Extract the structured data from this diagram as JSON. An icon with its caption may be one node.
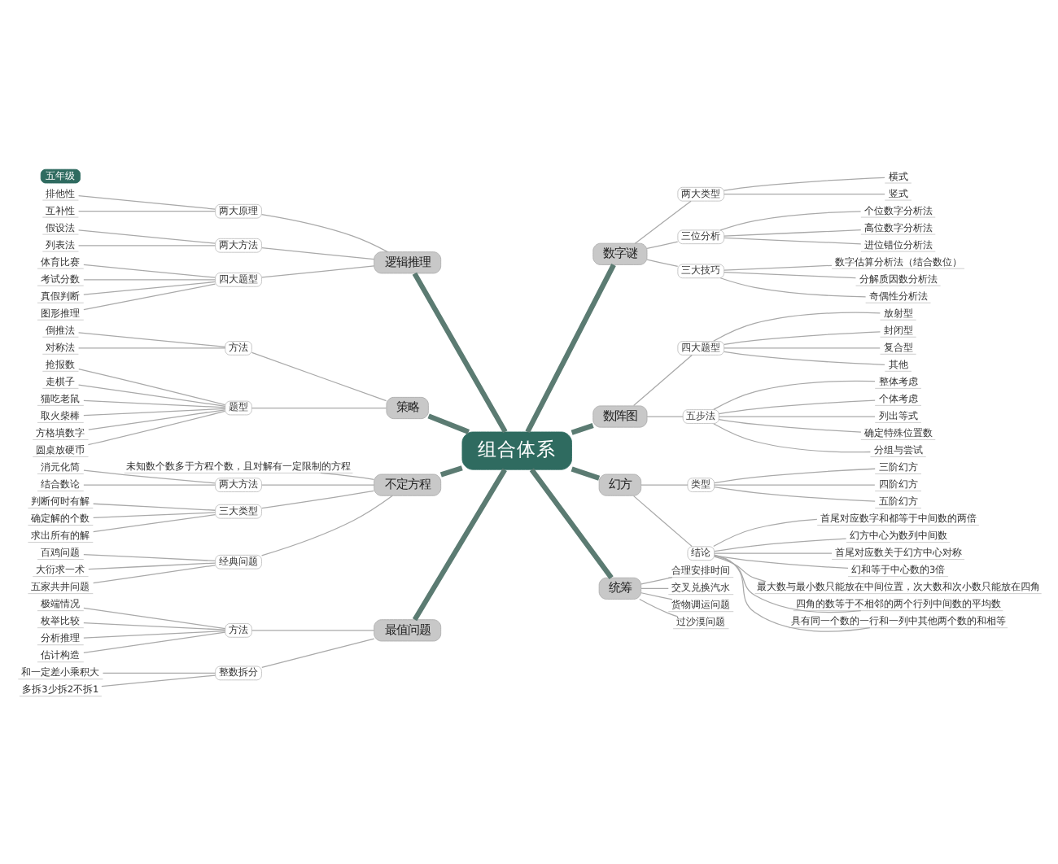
{
  "diagram": {
    "nodes": [
      {
        "text": [
          "组合体系"
        ]
      },
      {
        "text": [
          "逻辑推理"
        ]
      },
      {
        "text": [
          "两大原理"
        ]
      },
      {
        "text": [
          "排他性"
        ]
      },
      {
        "text": [
          "互补性"
        ]
      },
      {
        "text": [
          "两大方法"
        ]
      },
      {
        "text": [
          "假设法"
        ]
      },
      {
        "text": [
          "列表法"
        ]
      },
      {
        "text": [
          "四大题型"
        ]
      },
      {
        "text": [
          "体育比赛"
        ]
      },
      {
        "text": [
          "考试分数"
        ]
      },
      {
        "text": [
          "真假判断"
        ]
      },
      {
        "text": [
          "图形推理"
        ]
      },
      {
        "text": [
          "数字谜"
        ]
      },
      {
        "text": [
          "两大类型"
        ]
      },
      {
        "text": [
          "横式"
        ]
      },
      {
        "text": [
          "竖式"
        ]
      },
      {
        "text": [
          "三位分析"
        ]
      },
      {
        "text": [
          "个位数字分析法"
        ]
      },
      {
        "text": [
          "高位数字分析法"
        ]
      },
      {
        "text": [
          "进位错位分析法"
        ]
      },
      {
        "text": [
          "三大技巧"
        ]
      },
      {
        "text": [
          "数字估算分析法（结合数位）"
        ]
      },
      {
        "text": [
          "分解质因数分析法"
        ]
      },
      {
        "text": [
          "奇偶性分析法"
        ]
      },
      {
        "text": [
          "策略"
        ]
      },
      {
        "text": [
          "方法"
        ]
      },
      {
        "text": [
          "倒推法"
        ]
      },
      {
        "text": [
          "对称法"
        ]
      },
      {
        "text": [
          "题型"
        ]
      },
      {
        "text": [
          "抢报数"
        ]
      },
      {
        "text": [
          "走棋子"
        ]
      },
      {
        "text": [
          "猫吃老鼠"
        ]
      },
      {
        "text": [
          "取火柴棒"
        ]
      },
      {
        "text": [
          "方格填数字"
        ]
      },
      {
        "text": [
          "圆桌放硬币"
        ]
      },
      {
        "text": [
          "数阵图"
        ]
      },
      {
        "text": [
          "四大题型"
        ]
      },
      {
        "text": [
          "放射型"
        ]
      },
      {
        "text": [
          "封闭型"
        ]
      },
      {
        "text": [
          "复合型"
        ]
      },
      {
        "text": [
          "其他"
        ]
      },
      {
        "text": [
          "五步法"
        ]
      },
      {
        "text": [
          "整体考虑"
        ]
      },
      {
        "text": [
          "个体考虑"
        ]
      },
      {
        "text": [
          "列出等式"
        ]
      },
      {
        "text": [
          "确定特殊位置数"
        ]
      },
      {
        "text": [
          "分组与尝试"
        ]
      },
      {
        "text": [
          "不定方程"
        ]
      },
      {
        "text": [
          "未知数个数多于方程个数，且对解有一定限制的方程"
        ]
      },
      {
        "text": [
          "两大方法"
        ]
      },
      {
        "text": [
          "消元化简"
        ]
      },
      {
        "text": [
          "结合数论"
        ]
      },
      {
        "text": [
          "三大类型"
        ]
      },
      {
        "text": [
          "判断何时有解"
        ]
      },
      {
        "text": [
          "确定解的个数"
        ]
      },
      {
        "text": [
          "求出所有的解"
        ]
      },
      {
        "text": [
          "经典问题"
        ]
      },
      {
        "text": [
          "百鸡问题"
        ]
      },
      {
        "text": [
          "大衍求一术"
        ]
      },
      {
        "text": [
          "五家共井问题"
        ]
      },
      {
        "text": [
          "五年级"
        ]
      },
      {
        "text": [
          "幻方"
        ]
      },
      {
        "text": [
          "类型"
        ]
      },
      {
        "text": [
          "三阶幻方"
        ]
      },
      {
        "text": [
          "四阶幻方"
        ]
      },
      {
        "text": [
          "五阶幻方"
        ]
      },
      {
        "text": [
          "结论"
        ]
      },
      {
        "text": [
          "首尾对应数字和都等于中间数的两倍"
        ]
      },
      {
        "text": [
          "幻方中心为数列中间数"
        ]
      },
      {
        "text": [
          "首尾对应数关于幻方中心对称"
        ]
      },
      {
        "text": [
          "幻和等于中心数的3倍"
        ]
      },
      {
        "text": [
          "最大数与最小数只能放在中间位置，次大数和次小数只能放在四角"
        ]
      },
      {
        "text": [
          "四角的数等于不相邻的两个行列中间数的平均数"
        ]
      },
      {
        "text": [
          "具有同一个数的一行和一列中其他两个数的和相等"
        ]
      },
      {
        "text": [
          "最值问题"
        ]
      },
      {
        "text": [
          "方法"
        ]
      },
      {
        "text": [
          "极端情况"
        ]
      },
      {
        "text": [
          "枚举比较"
        ]
      },
      {
        "text": [
          "分析推理"
        ]
      },
      {
        "text": [
          "估计构造"
        ]
      },
      {
        "text": [
          "整数拆分"
        ]
      },
      {
        "text": [
          "和一定差小乘积大"
        ]
      },
      {
        "text": [
          "多拆3少拆2不拆1"
        ]
      },
      {
        "text": [
          "统筹"
        ]
      },
      {
        "text": [
          "合理安排时间"
        ]
      },
      {
        "text": [
          "交叉兑换汽水"
        ]
      },
      {
        "text": [
          "货物调运问题"
        ]
      },
      {
        "text": [
          "过沙漠问题"
        ]
      }
    ],
    "edges": [
      {
        "from": 1,
        "to": 0,
        "arrow": "none",
        "style": "thick",
        "color": "#5b7b72"
      },
      {
        "from": 2,
        "to": 1,
        "arrow": "none"
      },
      {
        "from": 3,
        "to": 2,
        "arrow": "none"
      },
      {
        "from": 4,
        "to": 2,
        "arrow": "none"
      },
      {
        "from": 5,
        "to": 1,
        "arrow": "none"
      },
      {
        "from": 6,
        "to": 5,
        "arrow": "none"
      },
      {
        "from": 7,
        "to": 5,
        "arrow": "none"
      },
      {
        "from": 8,
        "to": 1,
        "arrow": "none"
      },
      {
        "from": 9,
        "to": 8,
        "arrow": "none"
      },
      {
        "from": 10,
        "to": 8,
        "arrow": "none"
      },
      {
        "from": 11,
        "to": 8,
        "arrow": "none"
      },
      {
        "from": 12,
        "to": 8,
        "arrow": "none"
      },
      {
        "from": 0,
        "to": 13,
        "arrow": "none",
        "style": "thick",
        "color": "#5b7b72"
      },
      {
        "from": 13,
        "to": 14,
        "arrow": "none"
      },
      {
        "from": 14,
        "to": 15,
        "arrow": "none"
      },
      {
        "from": 14,
        "to": 16,
        "arrow": "none"
      },
      {
        "from": 13,
        "to": 17,
        "arrow": "none"
      },
      {
        "from": 17,
        "to": 18,
        "arrow": "none"
      },
      {
        "from": 17,
        "to": 19,
        "arrow": "none"
      },
      {
        "from": 17,
        "to": 20,
        "arrow": "none"
      },
      {
        "from": 13,
        "to": 21,
        "arrow": "none"
      },
      {
        "from": 21,
        "to": 22,
        "arrow": "none"
      },
      {
        "from": 21,
        "to": 23,
        "arrow": "none"
      },
      {
        "from": 21,
        "to": 24,
        "arrow": "none"
      },
      {
        "from": 25,
        "to": 0,
        "arrow": "none",
        "style": "thick",
        "color": "#5b7b72"
      },
      {
        "from": 26,
        "to": 25,
        "arrow": "none"
      },
      {
        "from": 27,
        "to": 26,
        "arrow": "none"
      },
      {
        "from": 28,
        "to": 26,
        "arrow": "none"
      },
      {
        "from": 29,
        "to": 25,
        "arrow": "none"
      },
      {
        "from": 30,
        "to": 29,
        "arrow": "none"
      },
      {
        "from": 31,
        "to": 29,
        "arrow": "none"
      },
      {
        "from": 32,
        "to": 29,
        "arrow": "none"
      },
      {
        "from": 33,
        "to": 29,
        "arrow": "none"
      },
      {
        "from": 34,
        "to": 29,
        "arrow": "none"
      },
      {
        "from": 35,
        "to": 29,
        "arrow": "none"
      },
      {
        "from": 0,
        "to": 36,
        "arrow": "none",
        "style": "thick",
        "color": "#5b7b72"
      },
      {
        "from": 36,
        "to": 37,
        "arrow": "none"
      },
      {
        "from": 37,
        "to": 38,
        "arrow": "none"
      },
      {
        "from": 37,
        "to": 39,
        "arrow": "none"
      },
      {
        "from": 37,
        "to": 40,
        "arrow": "none"
      },
      {
        "from": 37,
        "to": 41,
        "arrow": "none"
      },
      {
        "from": 36,
        "to": 42,
        "arrow": "none"
      },
      {
        "from": 42,
        "to": 43,
        "arrow": "none"
      },
      {
        "from": 42,
        "to": 44,
        "arrow": "none"
      },
      {
        "from": 42,
        "to": 45,
        "arrow": "none"
      },
      {
        "from": 42,
        "to": 46,
        "arrow": "none"
      },
      {
        "from": 42,
        "to": 47,
        "arrow": "none"
      },
      {
        "from": 48,
        "to": 0,
        "arrow": "none",
        "style": "thick",
        "color": "#5b7b72"
      },
      {
        "from": 49,
        "to": 48,
        "arrow": "none"
      },
      {
        "from": 50,
        "to": 48,
        "arrow": "none"
      },
      {
        "from": 51,
        "to": 50,
        "arrow": "none"
      },
      {
        "from": 52,
        "to": 50,
        "arrow": "none"
      },
      {
        "from": 53,
        "to": 48,
        "arrow": "none"
      },
      {
        "from": 54,
        "to": 53,
        "arrow": "none"
      },
      {
        "from": 55,
        "to": 53,
        "arrow": "none"
      },
      {
        "from": 56,
        "to": 53,
        "arrow": "none"
      },
      {
        "from": 57,
        "to": 48,
        "arrow": "none"
      },
      {
        "from": 58,
        "to": 57,
        "arrow": "none"
      },
      {
        "from": 59,
        "to": 57,
        "arrow": "none"
      },
      {
        "from": 60,
        "to": 57,
        "arrow": "none"
      },
      {
        "from": 0,
        "to": 62,
        "arrow": "none",
        "style": "thick",
        "color": "#5b7b72"
      },
      {
        "from": 62,
        "to": 63,
        "arrow": "none"
      },
      {
        "from": 63,
        "to": 64,
        "arrow": "none"
      },
      {
        "from": 63,
        "to": 65,
        "arrow": "none"
      },
      {
        "from": 63,
        "to": 66,
        "arrow": "none"
      },
      {
        "from": 62,
        "to": 67,
        "arrow": "none"
      },
      {
        "from": 67,
        "to": 68,
        "arrow": "none"
      },
      {
        "from": 67,
        "to": 69,
        "arrow": "none"
      },
      {
        "from": 67,
        "to": 70,
        "arrow": "none"
      },
      {
        "from": 67,
        "to": 71,
        "arrow": "none"
      },
      {
        "from": 67,
        "to": 72,
        "arrow": "none"
      },
      {
        "from": 67,
        "to": 73,
        "arrow": "none"
      },
      {
        "from": 67,
        "to": 74,
        "arrow": "none"
      },
      {
        "from": 75,
        "to": 0,
        "arrow": "none",
        "style": "thick",
        "color": "#5b7b72"
      },
      {
        "from": 76,
        "to": 75,
        "arrow": "none"
      },
      {
        "from": 77,
        "to": 76,
        "arrow": "none"
      },
      {
        "from": 78,
        "to": 76,
        "arrow": "none"
      },
      {
        "from": 79,
        "to": 76,
        "arrow": "none"
      },
      {
        "from": 80,
        "to": 76,
        "arrow": "none"
      },
      {
        "from": 81,
        "to": 75,
        "arrow": "none"
      },
      {
        "from": 82,
        "to": 81,
        "arrow": "none"
      },
      {
        "from": 83,
        "to": 81,
        "arrow": "none"
      },
      {
        "from": 0,
        "to": 84,
        "arrow": "none",
        "style": "thick",
        "color": "#5b7b72"
      },
      {
        "from": 84,
        "to": 85,
        "arrow": "none"
      },
      {
        "from": 84,
        "to": 86,
        "arrow": "none"
      },
      {
        "from": 84,
        "to": 87,
        "arrow": "none"
      },
      {
        "from": 84,
        "to": 88,
        "arrow": "none"
      }
    ]
  }
}
